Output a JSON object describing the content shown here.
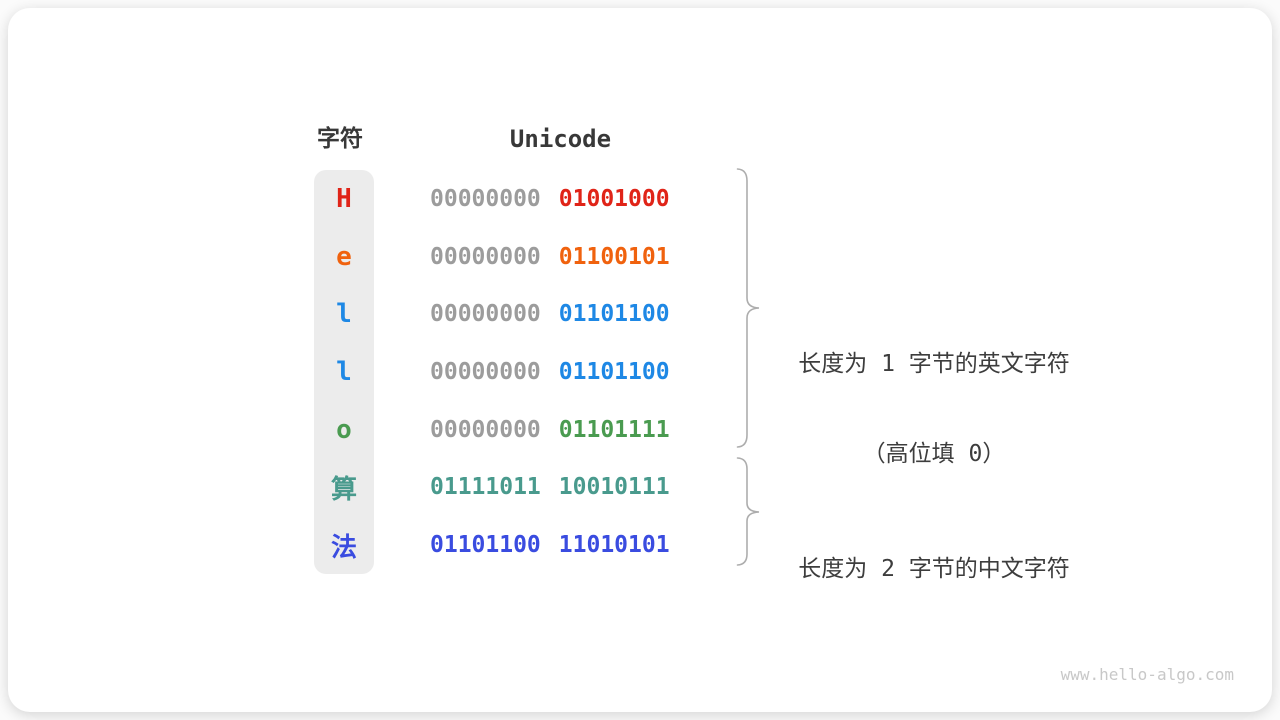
{
  "figure": {
    "watermark": "www.hello-algo.com"
  },
  "colors": {
    "card_background": "#ffffff",
    "char_band": "#ececec",
    "header_text": "#383838",
    "annotation_text": "#3d3d3d",
    "brace_stroke": "#adadad",
    "zero_padding_gray": "#9c9c9c",
    "watermark_gray": "#c8c8c8"
  },
  "table": {
    "char_header": "字符",
    "unicode_header": "Unicode",
    "rows": [
      {
        "char": "H",
        "color": "#e02418",
        "bytes": [
          {
            "text": "00000000",
            "color": "#9c9c9c"
          },
          {
            "text": "01001000",
            "color": "#e02418"
          }
        ]
      },
      {
        "char": "e",
        "color": "#f0620e",
        "bytes": [
          {
            "text": "00000000",
            "color": "#9c9c9c"
          },
          {
            "text": "01100101",
            "color": "#f0620e"
          }
        ]
      },
      {
        "char": "l",
        "color": "#1e88e5",
        "bytes": [
          {
            "text": "00000000",
            "color": "#9c9c9c"
          },
          {
            "text": "01101100",
            "color": "#1e88e5"
          }
        ]
      },
      {
        "char": "l",
        "color": "#1e88e5",
        "bytes": [
          {
            "text": "00000000",
            "color": "#9c9c9c"
          },
          {
            "text": "01101100",
            "color": "#1e88e5"
          }
        ]
      },
      {
        "char": "o",
        "color": "#4a9b50",
        "bytes": [
          {
            "text": "00000000",
            "color": "#9c9c9c"
          },
          {
            "text": "01101111",
            "color": "#4a9b50"
          }
        ]
      },
      {
        "char": "算",
        "color": "#499a8d",
        "bytes": [
          {
            "text": "01111011",
            "color": "#499a8d"
          },
          {
            "text": "10010111",
            "color": "#499a8d"
          }
        ]
      },
      {
        "char": "法",
        "color": "#3a4ce0",
        "bytes": [
          {
            "text": "01101100",
            "color": "#3a4ce0"
          },
          {
            "text": "11010101",
            "color": "#3a4ce0"
          }
        ]
      }
    ]
  },
  "annotations": [
    {
      "lines": [
        "长度为 1 字节的英文字符",
        "（高位填 0）"
      ]
    },
    {
      "lines": [
        "长度为 2 字节的中文字符"
      ]
    }
  ]
}
